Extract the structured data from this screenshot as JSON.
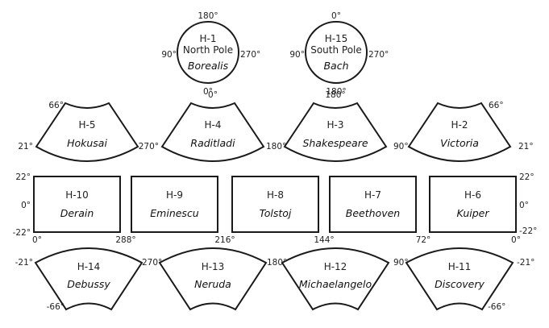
{
  "diagram": {
    "poles": [
      {
        "id": "H-1",
        "subtitle": "North Pole",
        "name": "Borealis",
        "labels": {
          "top": "180°",
          "left": "90°",
          "right": "270°",
          "bottom": "0°"
        }
      },
      {
        "id": "H-15",
        "subtitle": "South Pole",
        "name": "Bach",
        "labels": {
          "top": "0°",
          "left": "90°",
          "right": "270°",
          "bottom": "180°"
        }
      }
    ],
    "north_sectors": [
      {
        "id": "H-5",
        "name": "Hokusai",
        "labels": {
          "top_left": "66°",
          "left": "21°"
        }
      },
      {
        "id": "H-4",
        "name": "Raditladi",
        "labels": {
          "top": "0°",
          "left": "270°",
          "right": "180°"
        }
      },
      {
        "id": "H-3",
        "name": "Shakespeare",
        "labels": {
          "top": "180°",
          "right": "90°"
        }
      },
      {
        "id": "H-2",
        "name": "Victoria",
        "labels": {
          "top_right": "66°",
          "right": "21°"
        }
      }
    ],
    "equatorial": [
      {
        "id": "H-10",
        "name": "Derain"
      },
      {
        "id": "H-9",
        "name": "Eminescu"
      },
      {
        "id": "H-8",
        "name": "Tolstoj"
      },
      {
        "id": "H-7",
        "name": "Beethoven"
      },
      {
        "id": "H-6",
        "name": "Kuiper"
      }
    ],
    "equatorial_labels": {
      "lat_left": [
        "22°",
        "0°",
        "-22°"
      ],
      "lat_right": [
        "22°",
        "0°",
        "-22°"
      ],
      "lon": [
        "0°",
        "288°",
        "216°",
        "144°",
        "72°",
        "0°"
      ]
    },
    "south_sectors": [
      {
        "id": "H-14",
        "name": "Debussy",
        "labels": {
          "top_left": "-21°",
          "top_right": "270°",
          "bottom_left": "-66°"
        }
      },
      {
        "id": "H-13",
        "name": "Neruda",
        "labels": {
          "top_right": "180°"
        }
      },
      {
        "id": "H-12",
        "name": "Michaelangelo",
        "labels": {
          "top_right": "90°"
        }
      },
      {
        "id": "H-11",
        "name": "Discovery",
        "labels": {
          "top_right": "-21°",
          "bottom_right": "-66°"
        }
      }
    ]
  }
}
